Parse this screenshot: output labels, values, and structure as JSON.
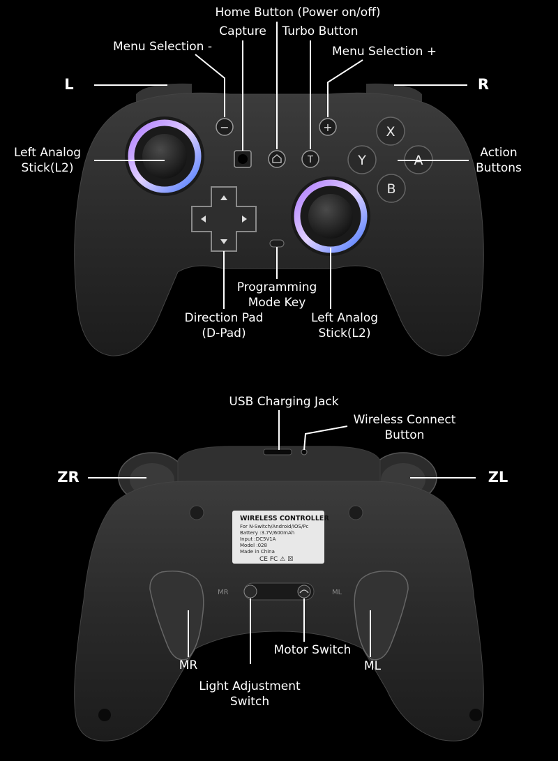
{
  "callouts_front": {
    "home": "Home Button (Power on/off)",
    "capture": "Capture",
    "turbo": "Turbo Button",
    "menu_minus": "Menu Selection -",
    "menu_plus": "Menu Selection +",
    "l": "L",
    "r": "R",
    "left_stick_line1": "Left Analog",
    "left_stick_line2": "Stick(L2)",
    "action_line1": "Action",
    "action_line2": "Buttons",
    "programming_line1": "Programming",
    "programming_line2": "Mode Key",
    "dpad_line1": "Direction Pad",
    "dpad_line2": "(D-Pad)",
    "right_stick_line1": "Left Analog",
    "right_stick_line2": "Stick(L2)"
  },
  "callouts_back": {
    "usb": "USB Charging Jack",
    "wireless_line1": "Wireless Connect",
    "wireless_line2": "Button",
    "zr": "ZR",
    "zl": "ZL",
    "mr": "MR",
    "ml": "ML",
    "motor": "Motor Switch",
    "light_line1": "Light Adjustment",
    "light_line2": "Switch"
  },
  "face_buttons": {
    "x": "X",
    "y": "Y",
    "a": "A",
    "b": "B"
  },
  "center_glyphs": {
    "minus": "−",
    "plus": "+",
    "turbo": "T"
  },
  "back_engravings": {
    "mr": "MR",
    "ml": "ML"
  },
  "sticker": {
    "title": "WIRELESS CONTROLLER",
    "line1": "For N-Switch/Android/IOS/Pc",
    "line2": "Battery :3.7V/600mAh",
    "line3": "Input :DC5V1A",
    "line4": "Model :028",
    "line5": "Made in China",
    "marks": "CE FC ⚠ ☒"
  },
  "colors": {
    "background": "#000000",
    "body": "#2b2b2b",
    "ring_purple": "#b07cff",
    "ring_blue": "#4c7cff",
    "callout_line": "#ffffff"
  }
}
